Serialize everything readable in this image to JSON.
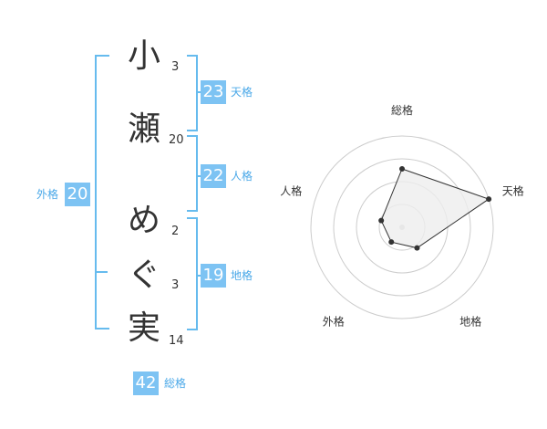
{
  "name": {
    "chars": [
      {
        "char": "小",
        "strokes": "3"
      },
      {
        "char": "瀬",
        "strokes": "20"
      },
      {
        "char": "め",
        "strokes": "2"
      },
      {
        "char": "ぐ",
        "strokes": "3"
      },
      {
        "char": "実",
        "strokes": "14"
      }
    ]
  },
  "fortune": {
    "tenkaku": {
      "value": "23",
      "label": "天格"
    },
    "jinkaku": {
      "value": "22",
      "label": "人格"
    },
    "chikaku": {
      "value": "19",
      "label": "地格"
    },
    "gaikaku": {
      "value": "20",
      "label": "外格"
    },
    "soukaku": {
      "value": "42",
      "label": "総格"
    }
  },
  "chart_data": {
    "type": "radar",
    "categories": [
      "総格",
      "天格",
      "地格",
      "外格",
      "人格"
    ],
    "values": [
      3.2,
      5,
      1.4,
      1.0,
      1.2
    ],
    "rmax": 5,
    "rings": 4,
    "colors": {
      "fill": "#eeeeee",
      "stroke": "#333333",
      "grid": "#cccccc"
    }
  }
}
